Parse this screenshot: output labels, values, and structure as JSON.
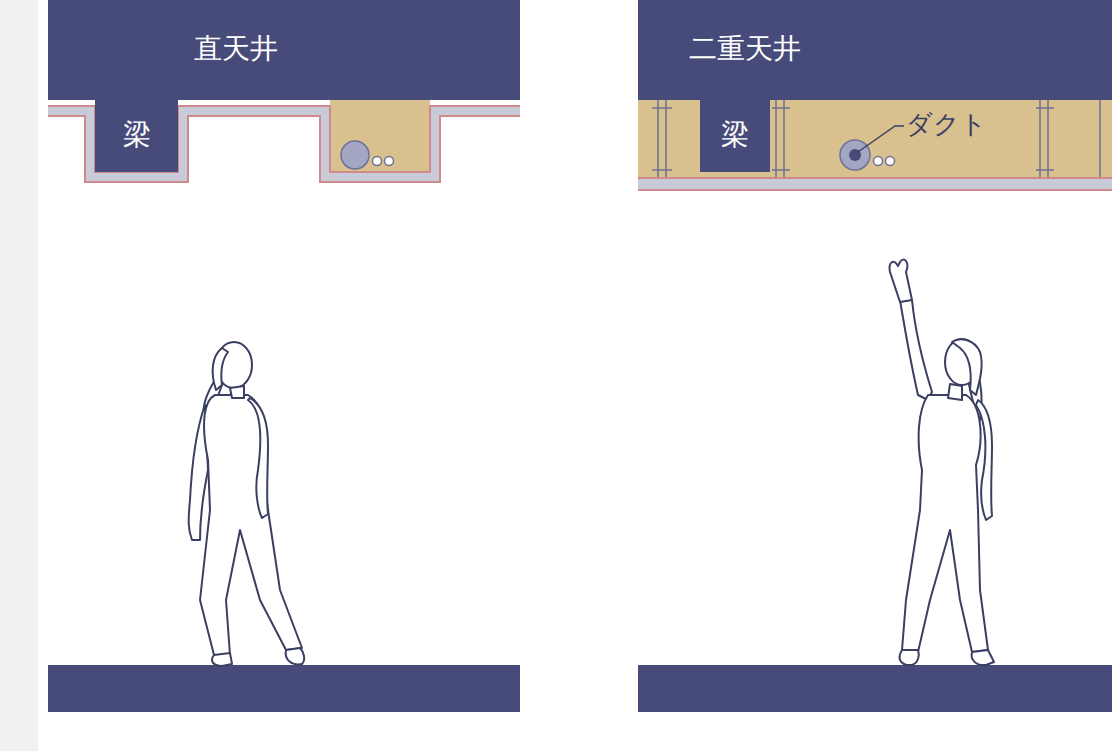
{
  "diagram": {
    "nodes": [
      {
        "text": [
          "直天井"
        ]
      },
      {
        "text": [
          "梁"
        ]
      },
      {
        "text": [
          "二重天井"
        ]
      },
      {
        "text": [
          "梁"
        ]
      }
    ],
    "labels": [
      "ダクト"
    ]
  }
}
